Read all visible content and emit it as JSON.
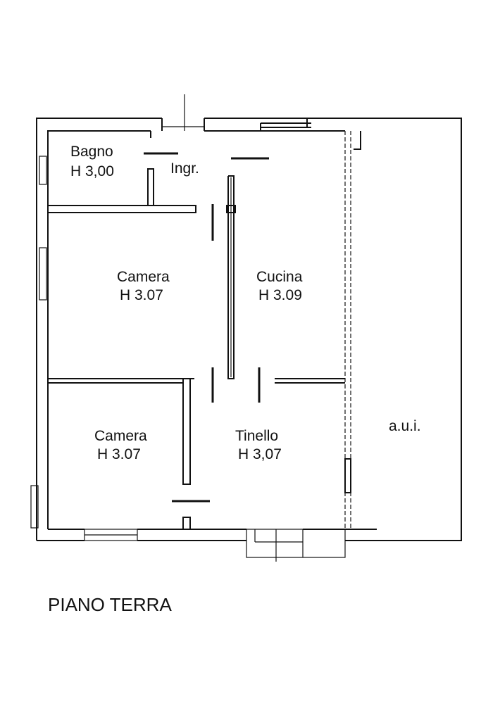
{
  "floor_plan": {
    "rooms": [
      {
        "name": "Bagno",
        "height": "H 3,00"
      },
      {
        "name": "Ingr."
      },
      {
        "name": "Camera",
        "height": "H 3.07"
      },
      {
        "name": "Cucina",
        "height": "H 3.09"
      },
      {
        "name": "Camera",
        "height": "H 3.07"
      },
      {
        "name": "Tinello",
        "height": "H 3,07"
      },
      {
        "name": "a.u.i."
      }
    ],
    "floor_label": "PIANO TERRA"
  }
}
